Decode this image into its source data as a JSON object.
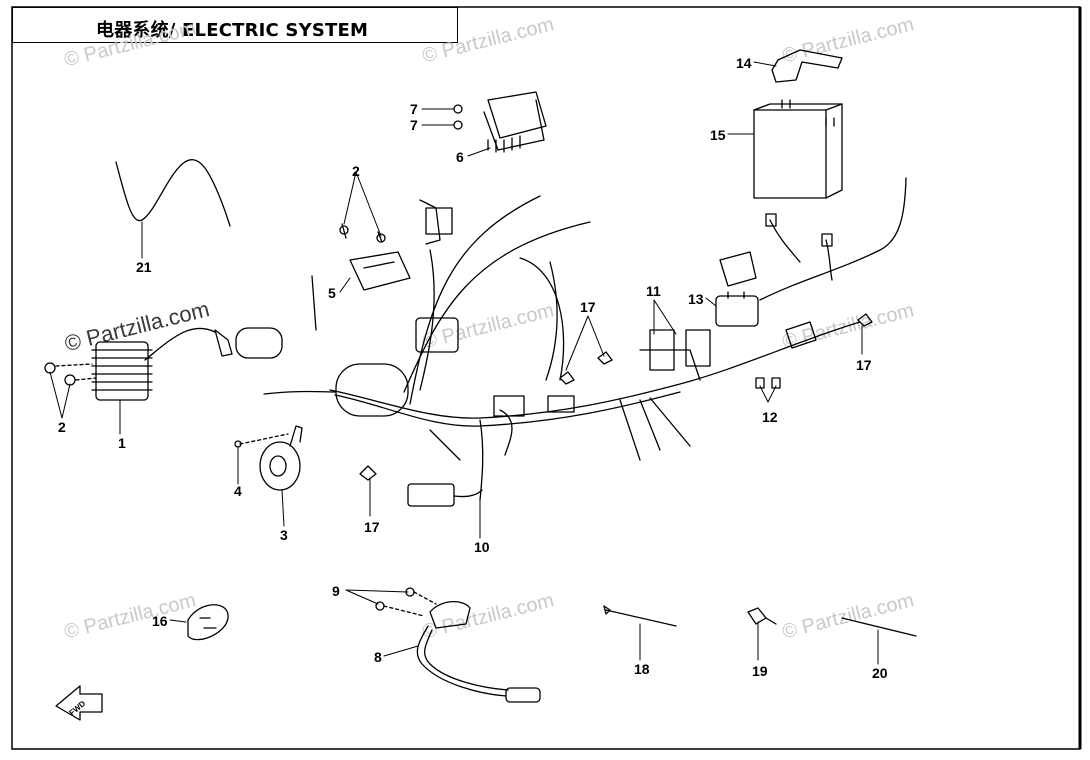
{
  "title": "电器系统/ ELECTRIC SYSTEM",
  "watermark": "© Partzilla.com",
  "fwd_label": "FWD",
  "callouts": [
    "1",
    "2",
    "2",
    "3",
    "4",
    "5",
    "6",
    "7",
    "7",
    "8",
    "9",
    "10",
    "11",
    "12",
    "13",
    "14",
    "15",
    "16",
    "17",
    "17",
    "17",
    "18",
    "19",
    "20",
    "21"
  ]
}
